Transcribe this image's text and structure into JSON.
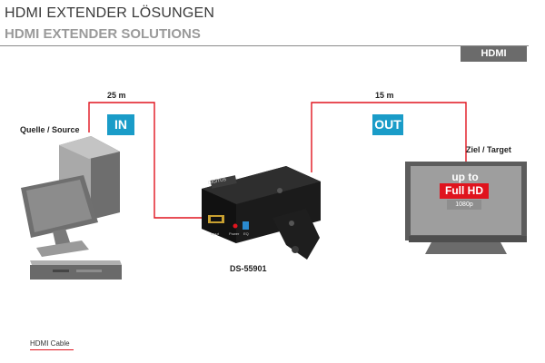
{
  "header": {
    "title_de": "HDMI EXTENDER LÖSUNGEN",
    "title_en": "HDMI EXTENDER SOLUTIONS",
    "tag": "HDMI"
  },
  "source": {
    "label": "Quelle / Source",
    "badge": "IN",
    "distance": "25 m"
  },
  "target": {
    "label": "Ziel / Target",
    "badge": "OUT",
    "distance": "15 m"
  },
  "device": {
    "model": "DS-55901",
    "brand": "DIGITUS",
    "port_labels": [
      "Input",
      "Power",
      "EQ"
    ]
  },
  "tv_screen": {
    "line1": "up to",
    "line2": "Full HD",
    "line3": "1080p"
  },
  "legend": {
    "cable_label": "HDMI Cable"
  },
  "colors": {
    "cable": "#e0141e",
    "badge": "#1a9cc8",
    "header_tag": "#6b6b6b"
  }
}
